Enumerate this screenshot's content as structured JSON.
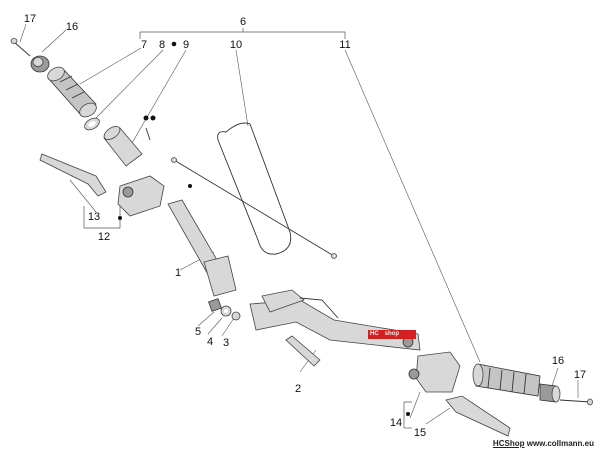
{
  "callouts": {
    "c1": "1",
    "c2": "2",
    "c3": "3",
    "c4": "4",
    "c5": "5",
    "c6": "6",
    "c7": "7",
    "c8": "8",
    "c9": "9",
    "c10": "10",
    "c11": "11",
    "c12": "12",
    "c13": "13",
    "c14": "14",
    "c15": "15",
    "c16a": "16",
    "c16b": "16",
    "c17a": "17",
    "c17b": "17"
  },
  "badge": {
    "hc": "HC",
    "shop": "shop"
  },
  "footer": {
    "brand": "HCShop",
    "url": "www.collmann.eu"
  }
}
